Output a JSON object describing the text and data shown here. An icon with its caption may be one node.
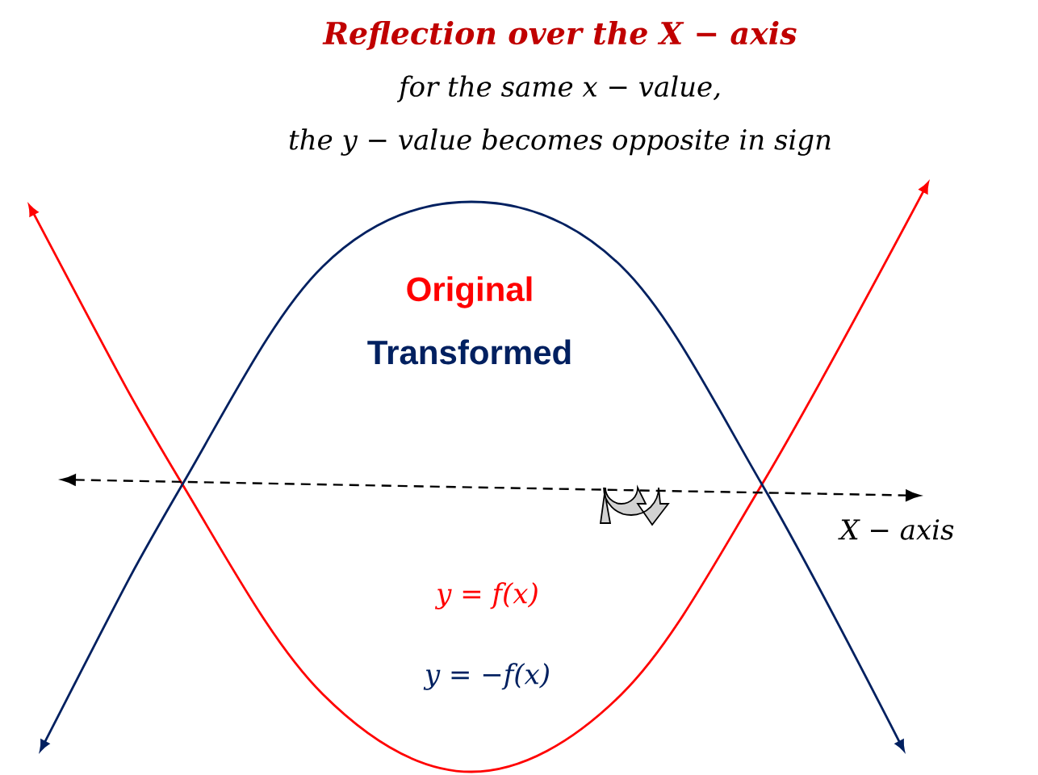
{
  "diagram": {
    "title": "Reflection over the X − axis",
    "labels": [
      "for the same x − value,",
      "the y − value becomes opposite in sign",
      "Original",
      "Transformed",
      "X − axis",
      "y = f(x)",
      "y = −f(x)"
    ]
  }
}
